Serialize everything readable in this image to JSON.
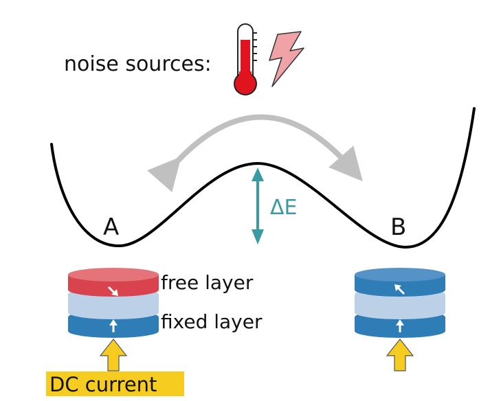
{
  "noise_label": "noise sources:",
  "noise_icons": [
    "thermometer-icon",
    "lightning-bolt-icon"
  ],
  "barrier_label": "ΔE",
  "state_a_label": "A",
  "state_b_label": "B",
  "free_layer_label": "free layer",
  "fixed_layer_label": "fixed layer",
  "dc_current_label": "DC current",
  "colors": {
    "curve": "#000000",
    "hop_arrow": "#c0c0c0",
    "barrier_arrow": "#3a9aa3",
    "thermometer_red": "#e0141e",
    "lightning": "#f0a3a6",
    "red_layer": "#d9434d",
    "red_layer_top": "#e47479",
    "light_blue_layer": "#bcd1e8",
    "blue_layer": "#2e7db6",
    "blue_layer_top": "#5593c6",
    "current_arrow": "#f5cc1f",
    "dc_highlight": "#f5cc1f"
  }
}
